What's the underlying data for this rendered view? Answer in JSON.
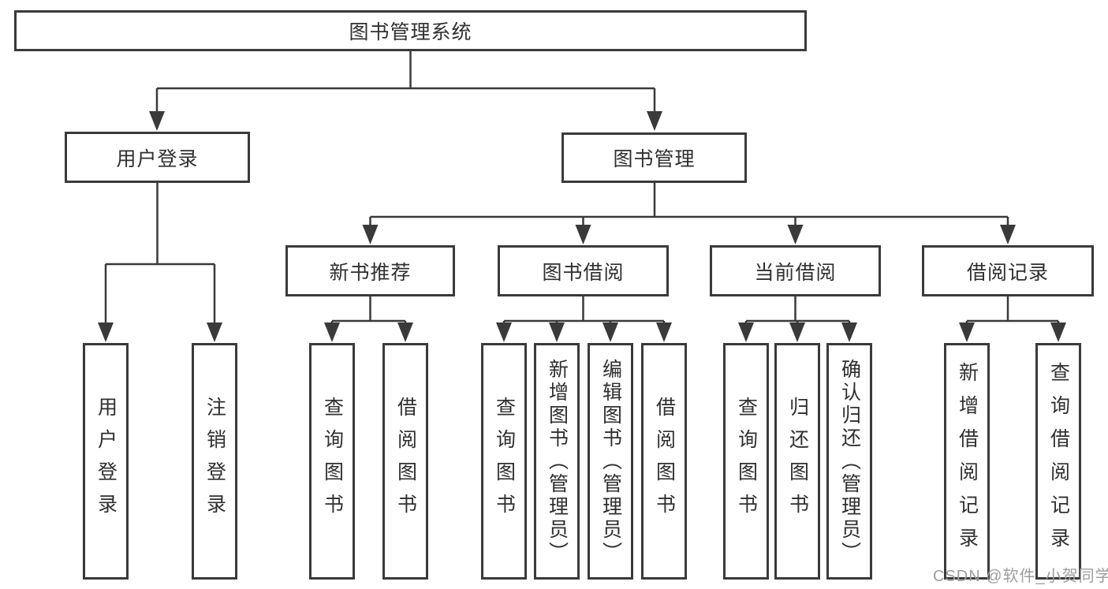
{
  "diagram": {
    "root": "图书管理系统",
    "branches": [
      {
        "label": "用户登录",
        "children": [
          "用户登录",
          "注销登录"
        ]
      },
      {
        "label": "图书管理",
        "children": [
          {
            "label": "新书推荐",
            "children": [
              "查询图书",
              "借阅图书"
            ]
          },
          {
            "label": "图书借阅",
            "children": [
              "查询图书",
              "新增图书（管理员）",
              "编辑图书（管理员）",
              "借阅图书"
            ]
          },
          {
            "label": "当前借阅",
            "children": [
              "查询图书",
              "归还图书",
              "确认归还（管理员）"
            ]
          },
          {
            "label": "借阅记录",
            "children": [
              "新增借阅记录",
              "查询借阅记录"
            ]
          }
        ]
      }
    ],
    "watermark": "CSDN @软件_小贺同学",
    "colors": {
      "line": "#3a3a3a",
      "text": "#2f2f2f",
      "box_background": "#ffffff",
      "watermark": "#9d9d9d"
    }
  }
}
